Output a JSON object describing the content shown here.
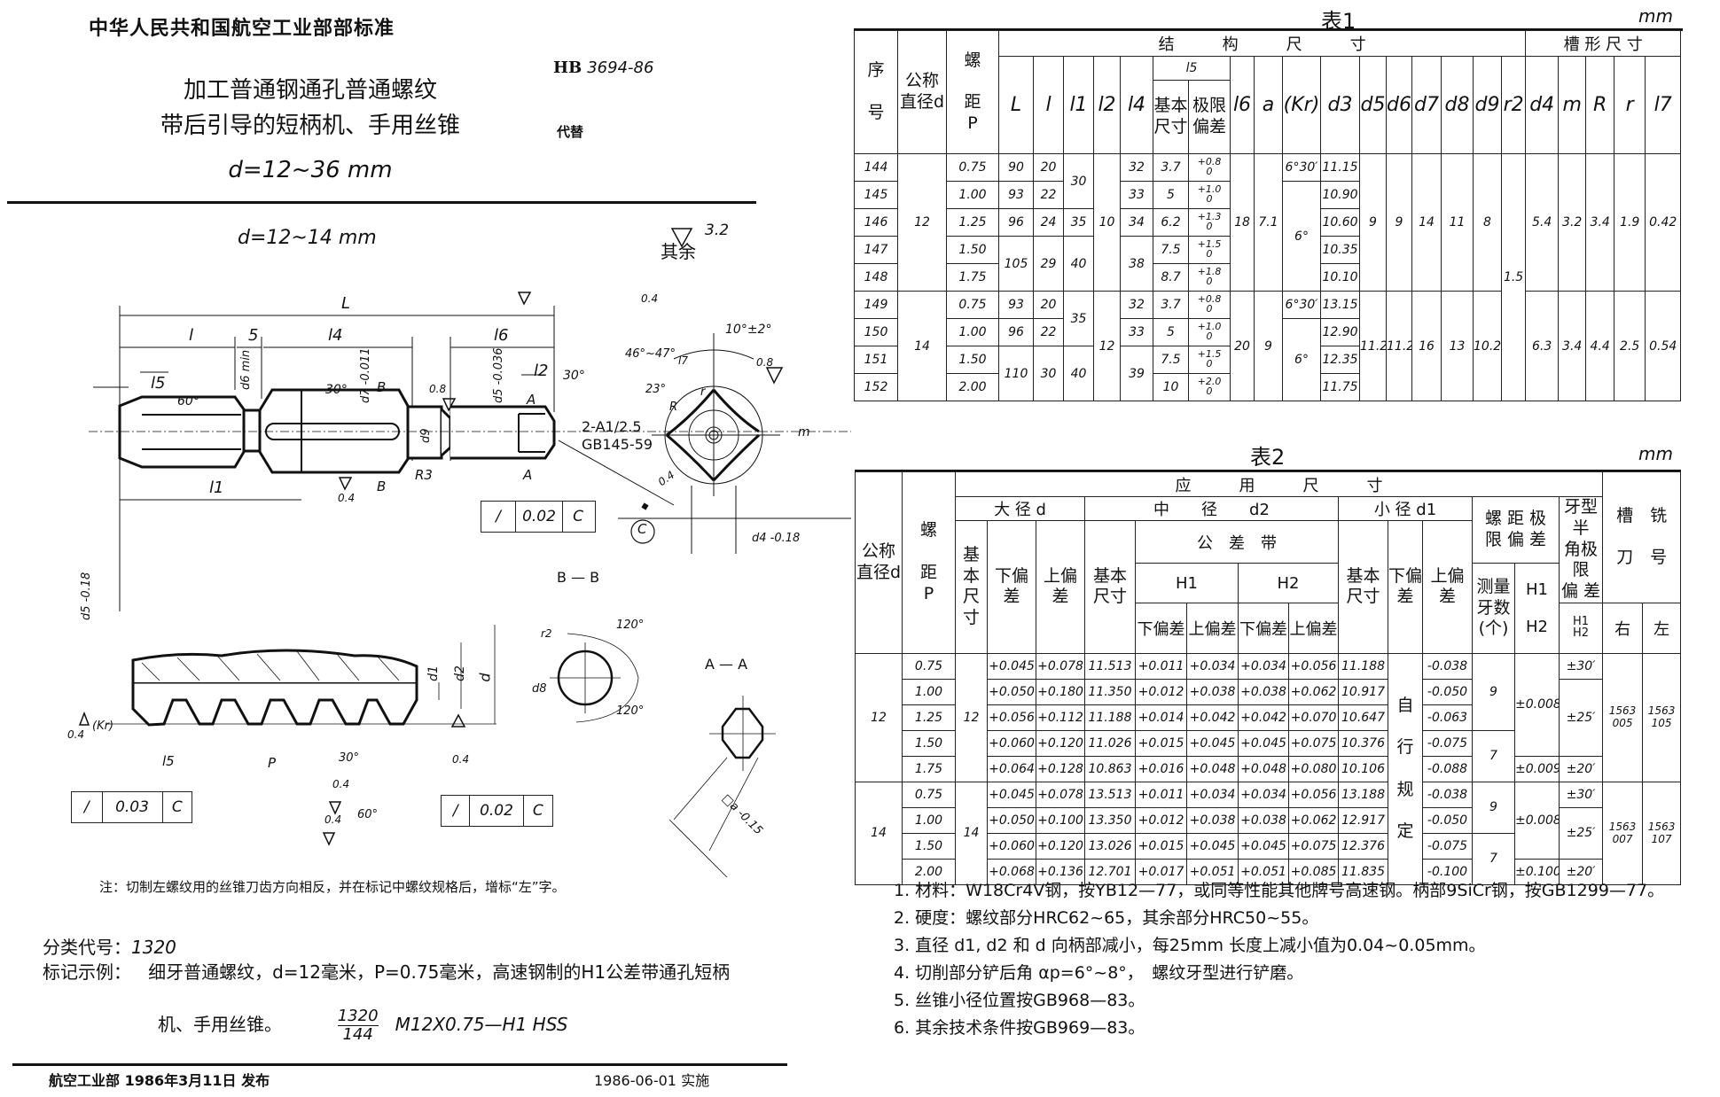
{
  "header": {
    "organization": "中华人民共和国航空工业部部标准",
    "title_line1": "加工普通钢通孔普通螺纹",
    "title_line2": "带后引导的短柄机、手用丝锥",
    "title_range": "d=12~36 mm",
    "standard_prefix": "HB",
    "standard_number": "3694-86",
    "replaces_label": "代替"
  },
  "drawing": {
    "subtitle": "d=12~14 mm",
    "rest_roughness_label": "其余",
    "rest_roughness_value": "3.2",
    "labels": {
      "L": "L",
      "l": "l",
      "five": "5",
      "l4": "l4",
      "l6": "l6",
      "l5": "l5",
      "l2": "l2",
      "l1": "l1",
      "angle60": "60°",
      "angle30": "30°",
      "angle30b": "30°",
      "d6min": "d6 min",
      "d7": "d7 -0.011",
      "d5top": "d5 -0.036",
      "d5left": "d5 -0.18",
      "d9": "d9",
      "R3": "R3",
      "B": "B",
      "A": "A",
      "r08": "0.8",
      "r04": "0.4",
      "center_hole_1": "2-A1/2.5",
      "center_hole_2": "GB145-59",
      "fcf1_tol": "0.02",
      "fcf1_datum": "C",
      "end_r04": "0.4",
      "end_angle": "10°±2°",
      "end_4647": "46°~47°",
      "end_23": "23°",
      "end_l7": "l7",
      "end_R": "R",
      "end_r": "r",
      "end_m": "m",
      "end_r08": "0.8",
      "end_r04b": "0.4",
      "datum_c": "C",
      "d4": "d4 -0.18",
      "bb_title": "B — B",
      "bb_120a": "120°",
      "bb_120b": "120°",
      "bb_r2": "r2",
      "bb_d8": "d8",
      "aa_title": "A — A",
      "aa_a": "□a -0.15",
      "thr_d1": "d1",
      "thr_d2": "d2",
      "thr_d": "d",
      "thr_kr": "(Kr)",
      "thr_04a": "0.4",
      "thr_l5": "l5",
      "thr_p": "P",
      "thr_30": "30°",
      "thr_60": "60°",
      "thr_04b": "0.4",
      "thr_04c": "0.4",
      "thr_04d": "0.4",
      "fcf2_tol": "0.03",
      "fcf2_datum": "C",
      "fcf3_tol": "0.02",
      "fcf3_datum": "C",
      "fcf_symbol": "/"
    },
    "note": "注：切制左螺纹用的丝锥刀齿方向相反，并在标记中螺纹规格后，增标“左”字。"
  },
  "classification": {
    "code_label": "分类代号：",
    "code_value": "1320",
    "marking_label": "标记示例：",
    "marking_text": "细牙普通螺纹，d=12毫米，P=0.75毫米，高速钢制的H1公差带通孔短柄",
    "marking_text2": "机、手用丝锥。",
    "marking_frac_top": "1320",
    "marking_frac_bottom": "144",
    "marking_designation": "M12X0.75—H1  HSS"
  },
  "footer": {
    "issuer": "航空工业部 1986年3月11日  发布",
    "effective": "1986-06-01  实施"
  },
  "table1": {
    "caption": "表1",
    "unit": "mm",
    "group_struct": "结　　　构　　　尺　　　寸",
    "group_groove": "槽 形 尺 寸",
    "col_seq": "序\n\n号",
    "col_d": "公称直径d",
    "col_p": "螺\n\n距\nP",
    "col_l5": "l5",
    "col_l5_basic": "基本尺寸",
    "col_l5_dev": "极限偏差",
    "cols": [
      "L",
      "l",
      "l1",
      "l2",
      "l4",
      "l6",
      "a",
      "(Kr)",
      "d3",
      "d5",
      "d6",
      "d7",
      "d8",
      "d9",
      "r2",
      "d4",
      "m",
      "R",
      "r",
      "l7"
    ],
    "rows": [
      {
        "seq": "144",
        "d": "12",
        "p": "0.75",
        "L": "90",
        "l": "20",
        "l1": "30",
        "l2": "10",
        "l4": "32",
        "l5": "3.7",
        "dev": "+0.8/0",
        "l6": "18",
        "a": "7.1",
        "kr": "6°30′",
        "d3": "11.15",
        "d5": "9",
        "d6": "9",
        "d7": "14",
        "d8": "11",
        "d9": "8",
        "r2": "1.5",
        "d4": "5.4",
        "m": "3.2",
        "R": "3.4",
        "r": "1.9",
        "l7": "0.42"
      },
      {
        "seq": "145",
        "p": "1.00",
        "L": "93",
        "l": "22",
        "l4": "33",
        "l5": "5",
        "dev": "+1.0/0",
        "kr": "6°",
        "d3": "10.90"
      },
      {
        "seq": "146",
        "p": "1.25",
        "L": "96",
        "l": "24",
        "l1": "35",
        "l4": "34",
        "l5": "6.2",
        "dev": "+1.3/0",
        "d3": "10.60"
      },
      {
        "seq": "147",
        "p": "1.50",
        "L": "105",
        "l": "29",
        "l1": "40",
        "l4": "38",
        "l5": "7.5",
        "dev": "+1.5/0",
        "d3": "10.35"
      },
      {
        "seq": "148",
        "p": "1.75",
        "l5": "8.7",
        "dev": "+1.8/0",
        "d3": "10.10"
      },
      {
        "seq": "149",
        "d": "14",
        "p": "0.75",
        "L": "93",
        "l": "20",
        "l1": "35",
        "l2": "12",
        "l4": "32",
        "l5": "3.7",
        "dev": "+0.8/0",
        "l6": "20",
        "a": "9",
        "kr": "6°30′",
        "d3": "13.15",
        "d5": "11.2",
        "d6": "11.2",
        "d7": "16",
        "d8": "13",
        "d9": "10.2",
        "d4": "6.3",
        "m": "3.4",
        "R": "4.4",
        "r": "2.5",
        "l7": "0.54"
      },
      {
        "seq": "150",
        "p": "1.00",
        "L": "96",
        "l": "22",
        "l4": "33",
        "l5": "5",
        "dev": "+1.0/0",
        "kr": "6°",
        "d3": "12.90"
      },
      {
        "seq": "151",
        "p": "1.50",
        "L": "110",
        "l": "30",
        "l1": "40",
        "l4": "39",
        "l5": "7.5",
        "dev": "+1.5/0",
        "d3": "12.35"
      },
      {
        "seq": "152",
        "p": "2.00",
        "l5": "10",
        "dev": "+2.0/0",
        "d3": "11.75"
      }
    ]
  },
  "table2": {
    "caption": "表2",
    "unit": "mm",
    "h_d": "公称直径d",
    "h_p": "螺\n\n距\nP",
    "h_apply": "应　　　用　　　尺　　　寸",
    "h_major": "大 径 d",
    "h_pitch": "中　　径　　d2",
    "h_minor": "小 径 d1",
    "h_pitch_dev": "螺距极限偏差",
    "h_half_angle": "牙型半角极限偏差",
    "h_slot": "槽 铣 刀 号",
    "h_basic": "基本尺寸",
    "h_lower": "下偏差",
    "h_upper": "上偏差",
    "h_tolband": "公　差　带",
    "h_h1": "H1",
    "h_h2": "H2",
    "h_meas": "测量牙数(个)",
    "h_h1h2": "H1 H2",
    "h_h1h2b": "H1/H2",
    "h_right": "右",
    "h_left": "左",
    "auto": "自\n\n行\n\n规\n\n定",
    "rows": [
      {
        "d": "12",
        "p": "0.75",
        "basic": "12",
        "lo": "+0.045",
        "up": "+0.078",
        "d2": "11.513",
        "h1lo": "+0.011",
        "h1up": "+0.034",
        "h2lo": "+0.034",
        "h2up": "+0.056",
        "d1": "11.188",
        "d1up": "-0.038",
        "n": "9",
        "pdev": "±0.008",
        "ang": "±30′",
        "r": "1563/005",
        "l": "1563/105"
      },
      {
        "p": "1.00",
        "lo": "+0.050",
        "up": "+0.180",
        "d2": "11.350",
        "h1lo": "+0.012",
        "h1up": "+0.038",
        "h2lo": "+0.038",
        "h2up": "+0.062",
        "d1": "10.917",
        "d1up": "-0.050",
        "ang": "±25′"
      },
      {
        "p": "1.25",
        "lo": "+0.056",
        "up": "+0.112",
        "d2": "11.188",
        "h1lo": "+0.014",
        "h1up": "+0.042",
        "h2lo": "+0.042",
        "h2up": "+0.070",
        "d1": "10.647",
        "d1up": "-0.063"
      },
      {
        "p": "1.50",
        "lo": "+0.060",
        "up": "+0.120",
        "d2": "11.026",
        "h1lo": "+0.015",
        "h1up": "+0.045",
        "h2lo": "+0.045",
        "h2up": "+0.075",
        "d1": "10.376",
        "d1up": "-0.075",
        "n": "7"
      },
      {
        "p": "1.75",
        "lo": "+0.064",
        "up": "+0.128",
        "d2": "10.863",
        "h1lo": "+0.016",
        "h1up": "+0.048",
        "h2lo": "+0.048",
        "h2up": "+0.080",
        "d1": "10.106",
        "d1up": "-0.088",
        "pdev": "±0.009",
        "ang": "±20′"
      },
      {
        "d": "14",
        "p": "0.75",
        "basic": "14",
        "lo": "+0.045",
        "up": "+0.078",
        "d2": "13.513",
        "h1lo": "+0.011",
        "h1up": "+0.034",
        "h2lo": "+0.034",
        "h2up": "+0.056",
        "d1": "13.188",
        "d1up": "-0.038",
        "n": "9",
        "pdev": "±0.008",
        "ang": "±30′",
        "r": "1563/007",
        "l": "1563/107"
      },
      {
        "p": "1.00",
        "lo": "+0.050",
        "up": "+0.100",
        "d2": "13.350",
        "h1lo": "+0.012",
        "h1up": "+0.038",
        "h2lo": "+0.038",
        "h2up": "+0.062",
        "d1": "12.917",
        "d1up": "-0.050",
        "ang": "±25′"
      },
      {
        "p": "1.50",
        "lo": "+0.060",
        "up": "+0.120",
        "d2": "13.026",
        "h1lo": "+0.015",
        "h1up": "+0.045",
        "h2lo": "+0.045",
        "h2up": "+0.075",
        "d1": "12.376",
        "d1up": "-0.075",
        "n": "7"
      },
      {
        "p": "2.00",
        "lo": "+0.068",
        "up": "+0.136",
        "d2": "12.701",
        "h1lo": "+0.017",
        "h1up": "+0.051",
        "h2lo": "+0.051",
        "h2up": "+0.085",
        "d1": "11.835",
        "d1up": "-0.100",
        "pdev": "±0.100",
        "ang": "±20′"
      }
    ]
  },
  "notes": [
    "1. 材料：W18Cr4V钢，按YB12—77，或同等性能其他牌号高速钢。柄部9SiCr钢，按GB1299—77。",
    "2. 硬度：螺纹部分HRC62~65，其余部分HRC50~55。",
    "3. 直径 d1, d2 和 d 向柄部减小，每25mm 长度上减小值为0.04~0.05mm。",
    "4. 切削部分铲后角 αp=6°~8°，　螺纹牙型进行铲磨。",
    "5. 丝锥小径位置按GB968—83。",
    "6. 其余技术条件按GB969—83。"
  ]
}
